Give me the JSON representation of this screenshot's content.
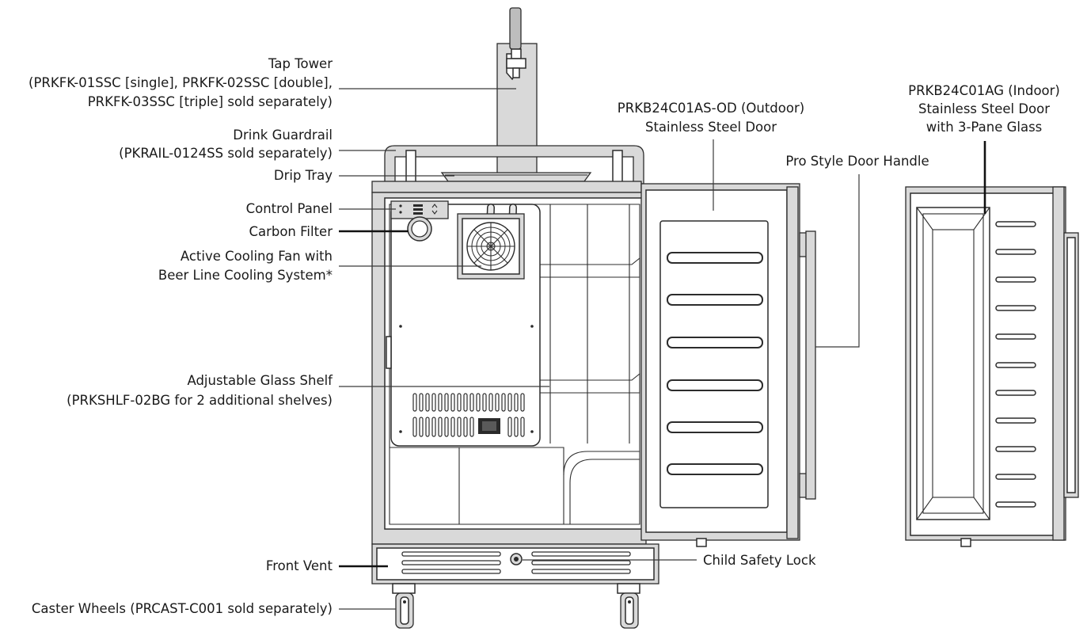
{
  "labels": {
    "tap_tower": [
      "Tap Tower",
      "(PRKFK-01SSC [single], PRKFK-02SSC [double],",
      "PRKFK-03SSC [triple] sold separately)"
    ],
    "drink_guardrail": [
      "Drink Guardrail",
      "(PKRAIL-0124SS sold separately)"
    ],
    "drip_tray": "Drip Tray",
    "control_panel": "Control Panel",
    "carbon_filter": "Carbon Filter",
    "cooling_fan": [
      "Active Cooling Fan with",
      "Beer Line Cooling System*"
    ],
    "glass_shelf": [
      "Adjustable Glass Shelf",
      "(PRKSHLF-02BG for 2 additional shelves)"
    ],
    "front_vent": "Front Vent",
    "caster_wheels": "Caster Wheels (PRCAST-C001 sold separately)",
    "outdoor_door": [
      "PRKB24C01AS-OD (Outdoor)",
      "Stainless Steel Door"
    ],
    "door_handle": "Pro Style Door Handle",
    "indoor_door": [
      "PRKB24C01AG (Indoor)",
      "Stainless Steel Door",
      "with 3-Pane Glass"
    ],
    "child_lock": "Child Safety Lock"
  },
  "colors": {
    "line": "#2c2c2c",
    "steel": "#d9d9d9",
    "steel_dark": "#bdbdbd",
    "text": "#1a1a1a"
  }
}
